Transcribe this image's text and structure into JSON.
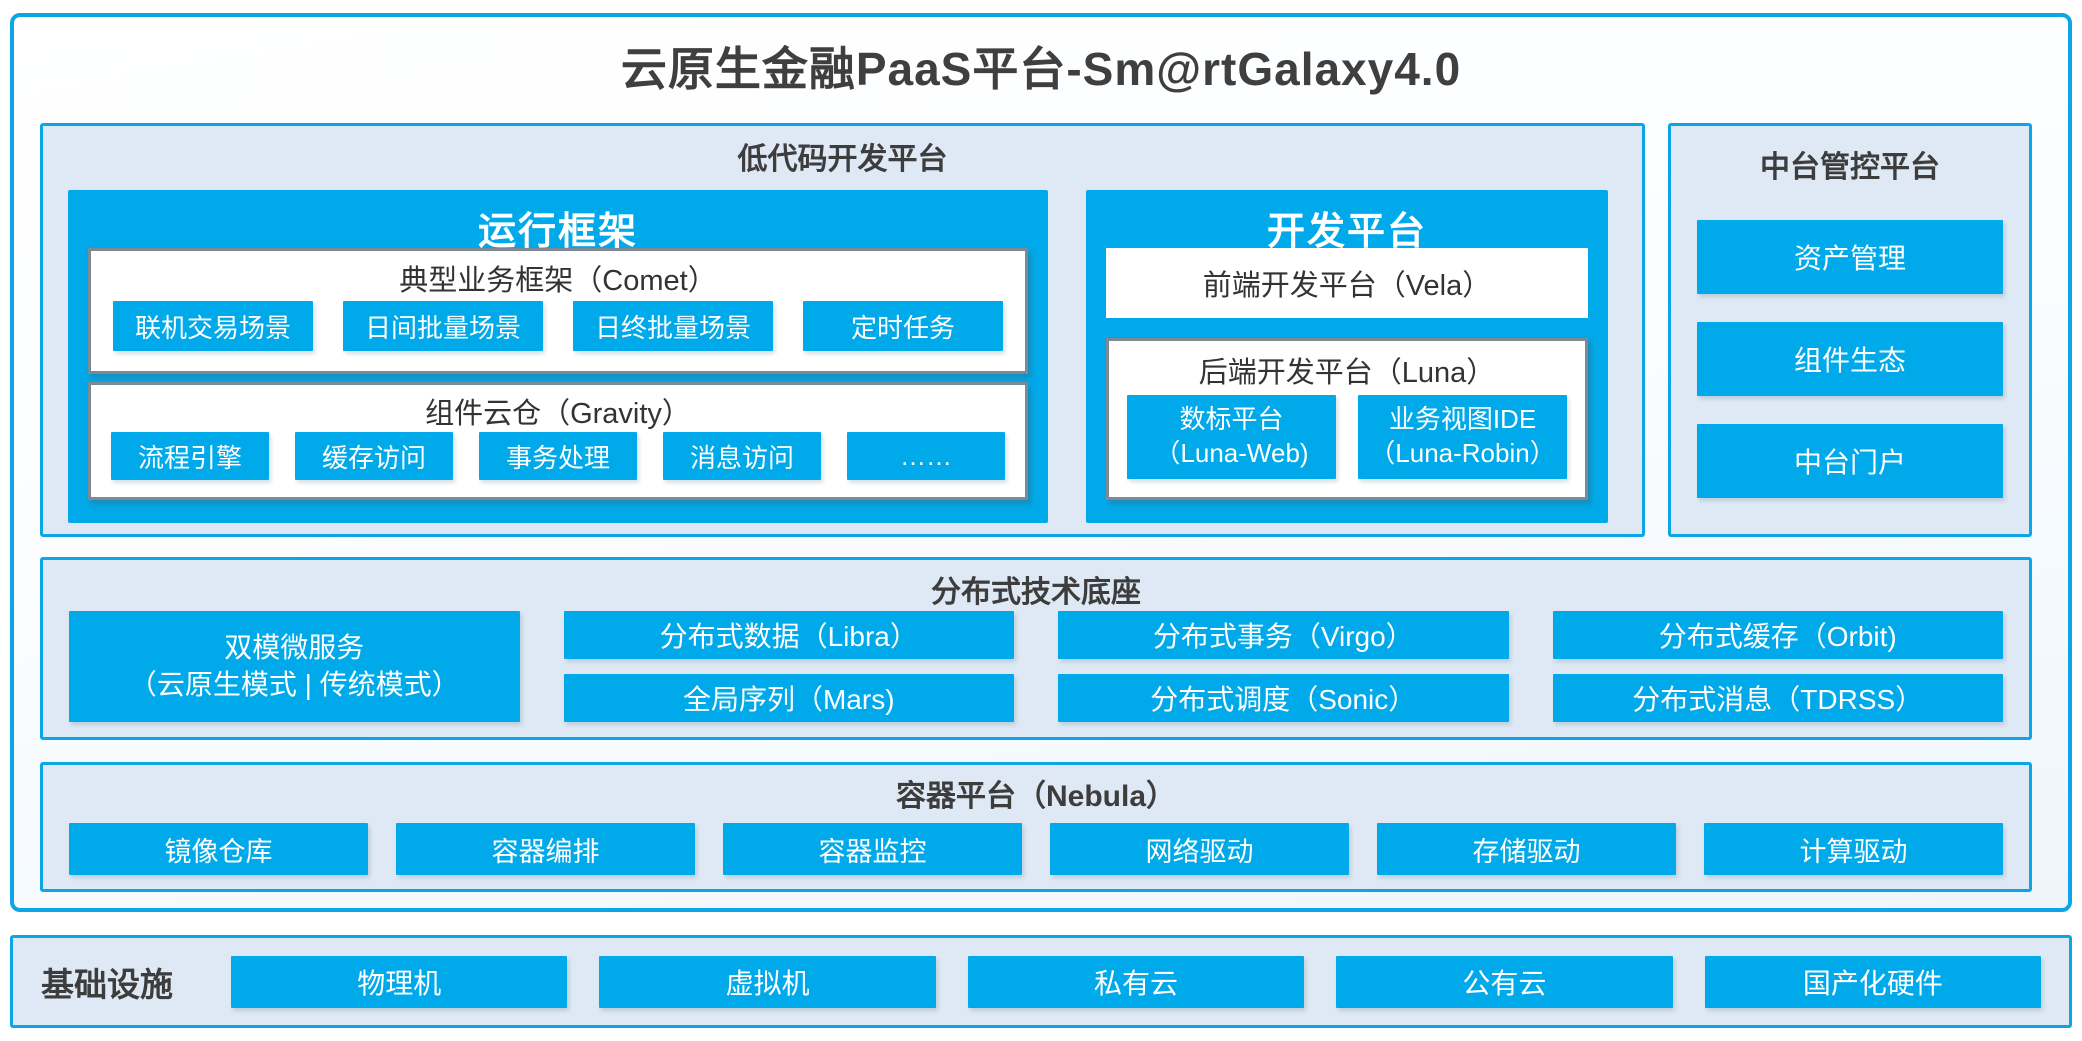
{
  "title": "云原生金融PaaS平台-Sm@rtGalaxy4.0",
  "colors": {
    "accent_blue": "#0ca6e6",
    "box_blue": "#00a9e9",
    "panel_bg": "#dfe9f5",
    "gray_border": "#7d8a96",
    "dark_text": "#3d3d3d",
    "white_text": "#ffffff"
  },
  "lowcode": {
    "header": "低代码开发平台",
    "runtime": {
      "title": "运行框架",
      "comet": {
        "title": "典型业务框架（Comet）",
        "items": [
          "联机交易场景",
          "日间批量场景",
          "日终批量场景",
          "定时任务"
        ]
      },
      "gravity": {
        "title": "组件云仓（Gravity）",
        "items": [
          "流程引擎",
          "缓存访问",
          "事务处理",
          "消息访问",
          "……"
        ]
      }
    },
    "dev": {
      "title": "开发平台",
      "vela": "前端开发平台（Vela）",
      "luna": {
        "title": "后端开发平台（Luna）",
        "items": [
          {
            "line1": "数标平台",
            "line2": "（Luna-Web)"
          },
          {
            "line1": "业务视图IDE",
            "line2": "（Luna-Robin）"
          }
        ]
      }
    }
  },
  "midplatform": {
    "header": "中台管控平台",
    "items": [
      "资产管理",
      "组件生态",
      "中台门户"
    ]
  },
  "distributed": {
    "header": "分布式技术底座",
    "dual_mode": {
      "line1": "双模微服务",
      "line2": "（云原生模式 | 传统模式）"
    },
    "grid": [
      [
        "分布式数据（Libra）",
        "全局序列（Mars)"
      ],
      [
        "分布式事务（Virgo）",
        "分布式调度（Sonic）"
      ],
      [
        "分布式缓存（Orbit)",
        "分布式消息（TDRSS）"
      ]
    ]
  },
  "container_platform": {
    "header": "容器平台（Nebula）",
    "items": [
      "镜像仓库",
      "容器编排",
      "容器监控",
      "网络驱动",
      "存储驱动",
      "计算驱动"
    ]
  },
  "infrastructure": {
    "label": "基础设施",
    "items": [
      "物理机",
      "虚拟机",
      "私有云",
      "公有云",
      "国产化硬件"
    ]
  }
}
